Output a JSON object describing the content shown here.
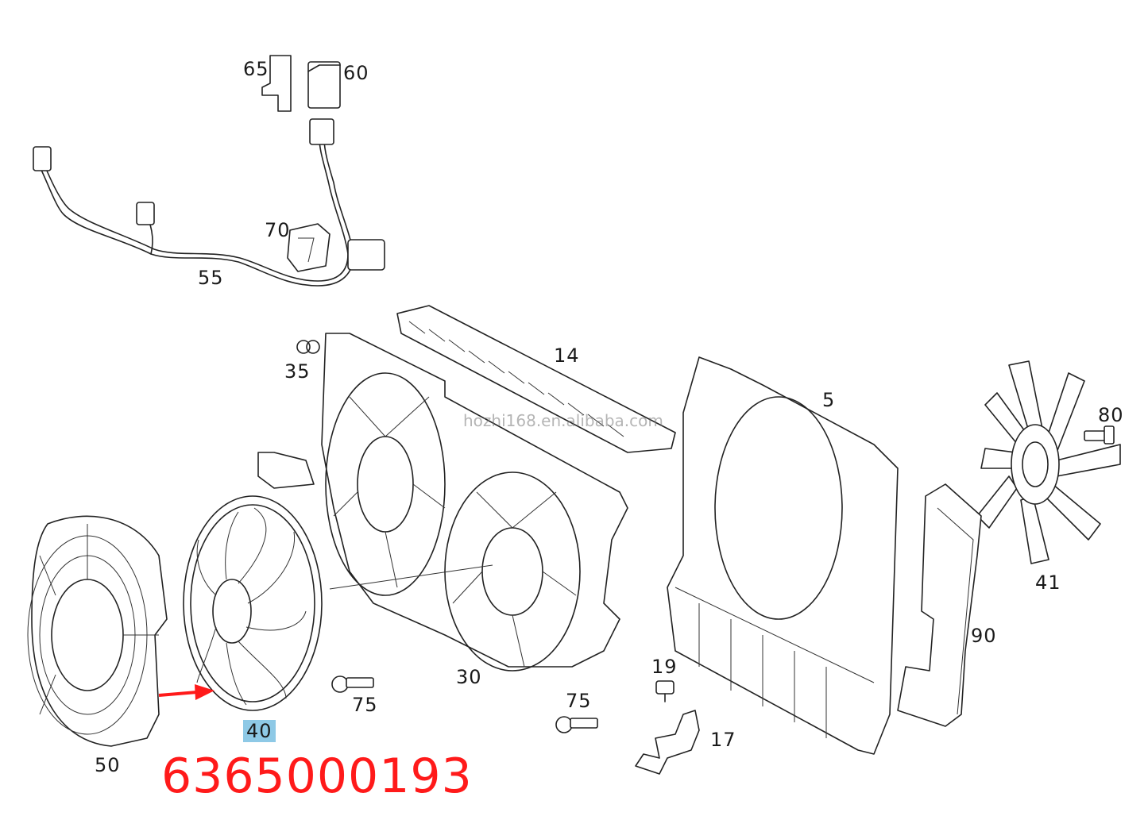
{
  "diagram": {
    "callouts": [
      {
        "id": "label-65",
        "text": "65"
      },
      {
        "id": "label-60",
        "text": "60"
      },
      {
        "id": "label-70",
        "text": "70"
      },
      {
        "id": "label-55",
        "text": "55"
      },
      {
        "id": "label-35",
        "text": "35"
      },
      {
        "id": "label-14",
        "text": "14"
      },
      {
        "id": "label-5",
        "text": "5"
      },
      {
        "id": "label-80",
        "text": "80"
      },
      {
        "id": "label-41",
        "text": "41"
      },
      {
        "id": "label-90",
        "text": "90"
      },
      {
        "id": "label-30",
        "text": "30"
      },
      {
        "id": "label-19",
        "text": "19"
      },
      {
        "id": "label-17",
        "text": "17"
      },
      {
        "id": "label-75a",
        "text": "75"
      },
      {
        "id": "label-75b",
        "text": "75"
      },
      {
        "id": "label-40",
        "text": "40",
        "highlighted": true
      },
      {
        "id": "label-50",
        "text": "50"
      }
    ],
    "part_number": "6365000193",
    "watermark": "hozhi168.en.alibaba.com",
    "colors": {
      "line": "#222222",
      "highlight": "#8ec9e6",
      "accent": "#ff1a1a"
    }
  }
}
